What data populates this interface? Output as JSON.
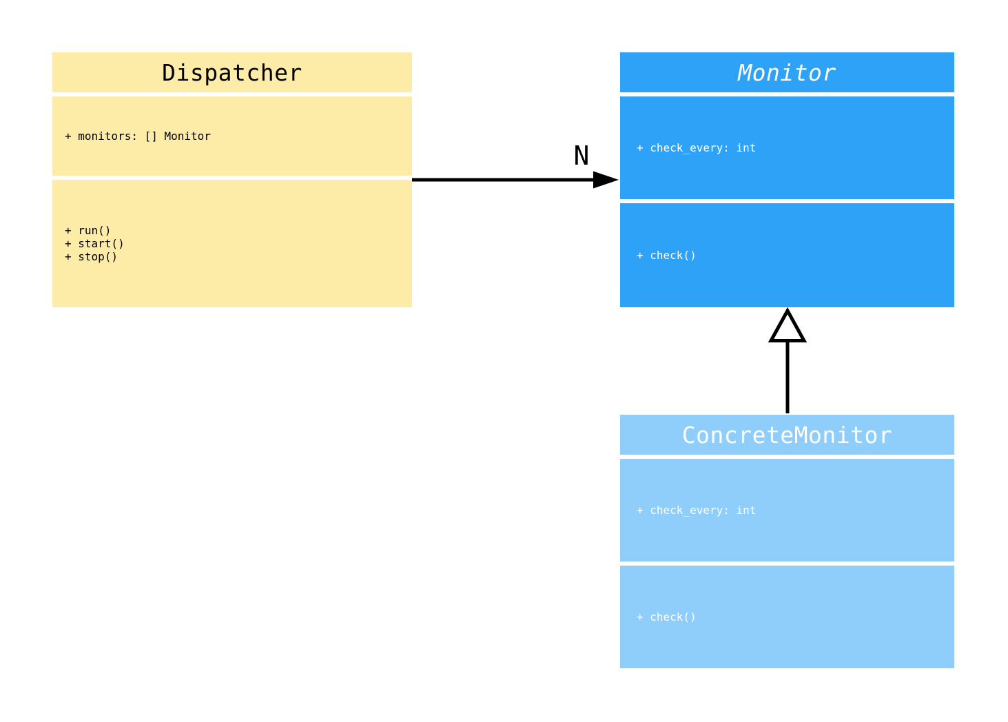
{
  "diagram": {
    "type": "uml-class-diagram",
    "background_color": "#ffffff",
    "arrow_color": "#000000",
    "classes": [
      {
        "id": "dispatcher",
        "name": "Dispatcher",
        "abstract": false,
        "fill": "#FDECA7",
        "text_color": "#000000",
        "attributes": [
          "+ monitors: [] Monitor"
        ],
        "methods": [
          "+ run()",
          "+ start()",
          "+ stop()"
        ]
      },
      {
        "id": "monitor",
        "name": "Monitor",
        "abstract": true,
        "fill": "#2EA2F6",
        "text_color": "#ffffff",
        "attributes": [
          "+ check_every: int"
        ],
        "methods": [
          "+ check()"
        ]
      },
      {
        "id": "concrete-monitor",
        "name": "ConcreteMonitor",
        "abstract": false,
        "fill": "#8FCEFA",
        "text_color": "#ffffff",
        "attributes": [
          "+ check_every: int"
        ],
        "methods": [
          "+ check()"
        ]
      }
    ],
    "relationships": [
      {
        "type": "association",
        "from": "Dispatcher",
        "to": "Monitor",
        "label": "N"
      },
      {
        "type": "inheritance",
        "from": "ConcreteMonitor",
        "to": "Monitor",
        "label": ""
      }
    ]
  }
}
